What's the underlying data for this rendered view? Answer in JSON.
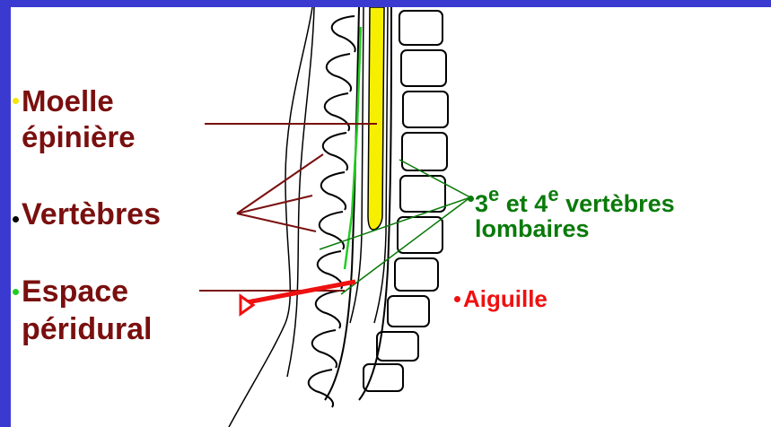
{
  "colors": {
    "border": "#3a3ad0",
    "background": "#ffffff",
    "label_dark_red": "#7a0f0f",
    "moelle_dot": "#f5e600",
    "vertebres_dot": "#000000",
    "espace_dot": "#22cc22",
    "aiguille": "#ee1111",
    "lombaires": "#0a7a0a",
    "spinal_cord": "#f7ef00",
    "epidural_line": "#22cc22"
  },
  "labels": {
    "moelle_line1": "Moelle",
    "moelle_line2": "épinière",
    "vertebres": "Vertèbres",
    "espace_line1": "Espace",
    "espace_line2": "péridural",
    "lombaires_line1_a": "3",
    "lombaires_sup1": "e",
    "lombaires_line1_b": " et 4",
    "lombaires_sup2": "e",
    "lombaires_line1_c": " vertèbres",
    "lombaires_line2": "lombaires",
    "aiguille": "Aiguille"
  },
  "icons": {
    "needle": "needle-icon",
    "spine": "spine-cross-section"
  }
}
